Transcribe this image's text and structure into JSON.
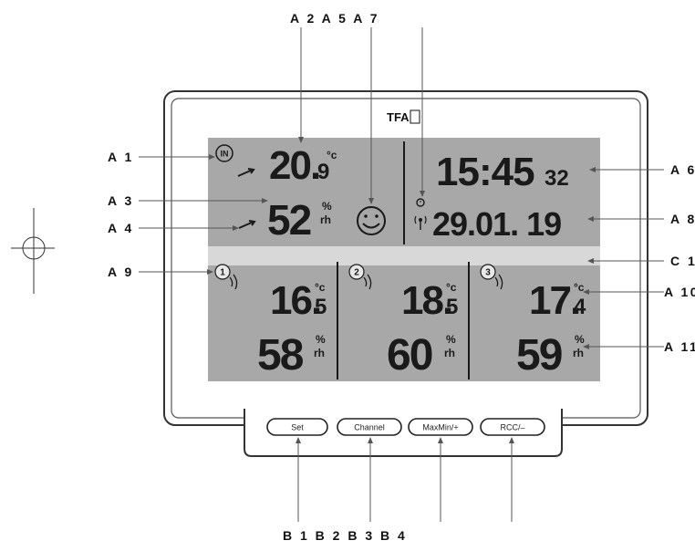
{
  "brand": "TFA",
  "indoor": {
    "badge": "IN",
    "temp_main": "20.",
    "temp_dec": "9",
    "temp_unit": "°c",
    "humidity": "52",
    "hum_pct": "%",
    "hum_rh": "rh"
  },
  "clock": {
    "time": "15:45",
    "seconds": "32",
    "date": "29.01. 19"
  },
  "channels": [
    {
      "badge": "1",
      "temp_main": "16.",
      "temp_dec": "5",
      "temp_unit": "°c",
      "humidity": "58",
      "hum_pct": "%",
      "hum_rh": "rh"
    },
    {
      "badge": "2",
      "temp_main": "18.",
      "temp_dec": "5",
      "temp_unit": "°c",
      "humidity": "60",
      "hum_pct": "%",
      "hum_rh": "rh"
    },
    {
      "badge": "3",
      "temp_main": "17.",
      "temp_dec": "4",
      "temp_unit": "°c",
      "humidity": "59",
      "hum_pct": "%",
      "hum_rh": "rh"
    }
  ],
  "buttons": [
    {
      "label": "Set"
    },
    {
      "label": "Channel"
    },
    {
      "label": "MaxMin/+"
    },
    {
      "label": "RCC/–"
    }
  ],
  "callouts": {
    "A1": "A 1",
    "A3": "A 3",
    "A4": "A 4",
    "A9": "A 9",
    "A2A5A7": "A 2 A 5 A 7",
    "A6": "A 6",
    "A8": "A 8",
    "C1": "C 1",
    "A10": "A 10",
    "A11": "A 11",
    "B1B4": "B 1 B 2 B 3 B 4"
  },
  "colors": {
    "lcd": "#a8a8a8",
    "divider": "#d8d8d8",
    "frame": "#333333"
  }
}
